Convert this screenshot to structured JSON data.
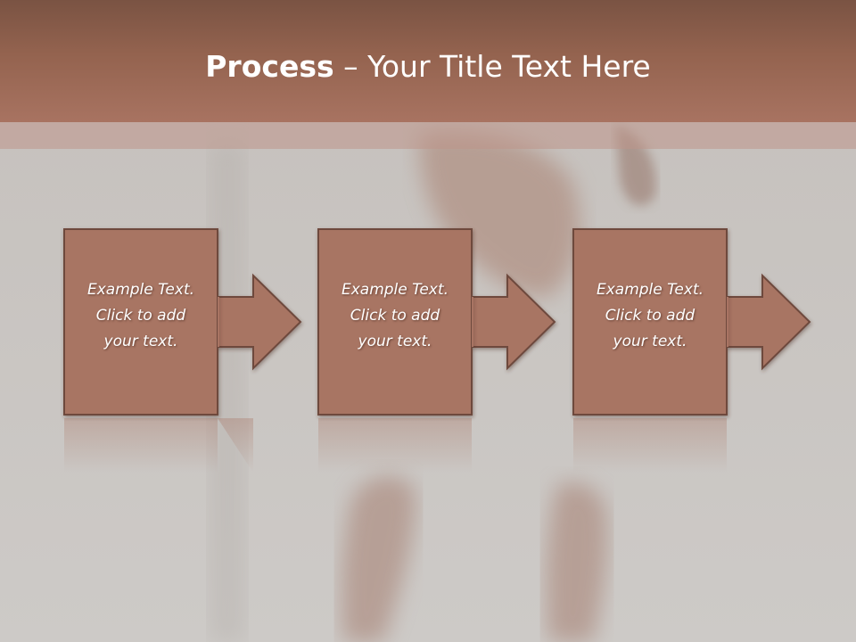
{
  "slide": {
    "title_bold": "Process",
    "title_rest": " – Your Title Text Here",
    "steps": [
      {
        "lines": [
          "Example Text.",
          "Click  to add",
          "your text."
        ]
      },
      {
        "lines": [
          "Example Text.",
          "Click  to add",
          "your text."
        ]
      },
      {
        "lines": [
          "Example Text.",
          "Click  to add",
          "your text."
        ]
      }
    ]
  },
  "colors": {
    "title_bar": "#9c6b58",
    "box_fill": "#a87463",
    "box_stroke": "#6e4a3e",
    "background": "#cbc8c5"
  },
  "icons": [
    "arrow-right-icon"
  ]
}
